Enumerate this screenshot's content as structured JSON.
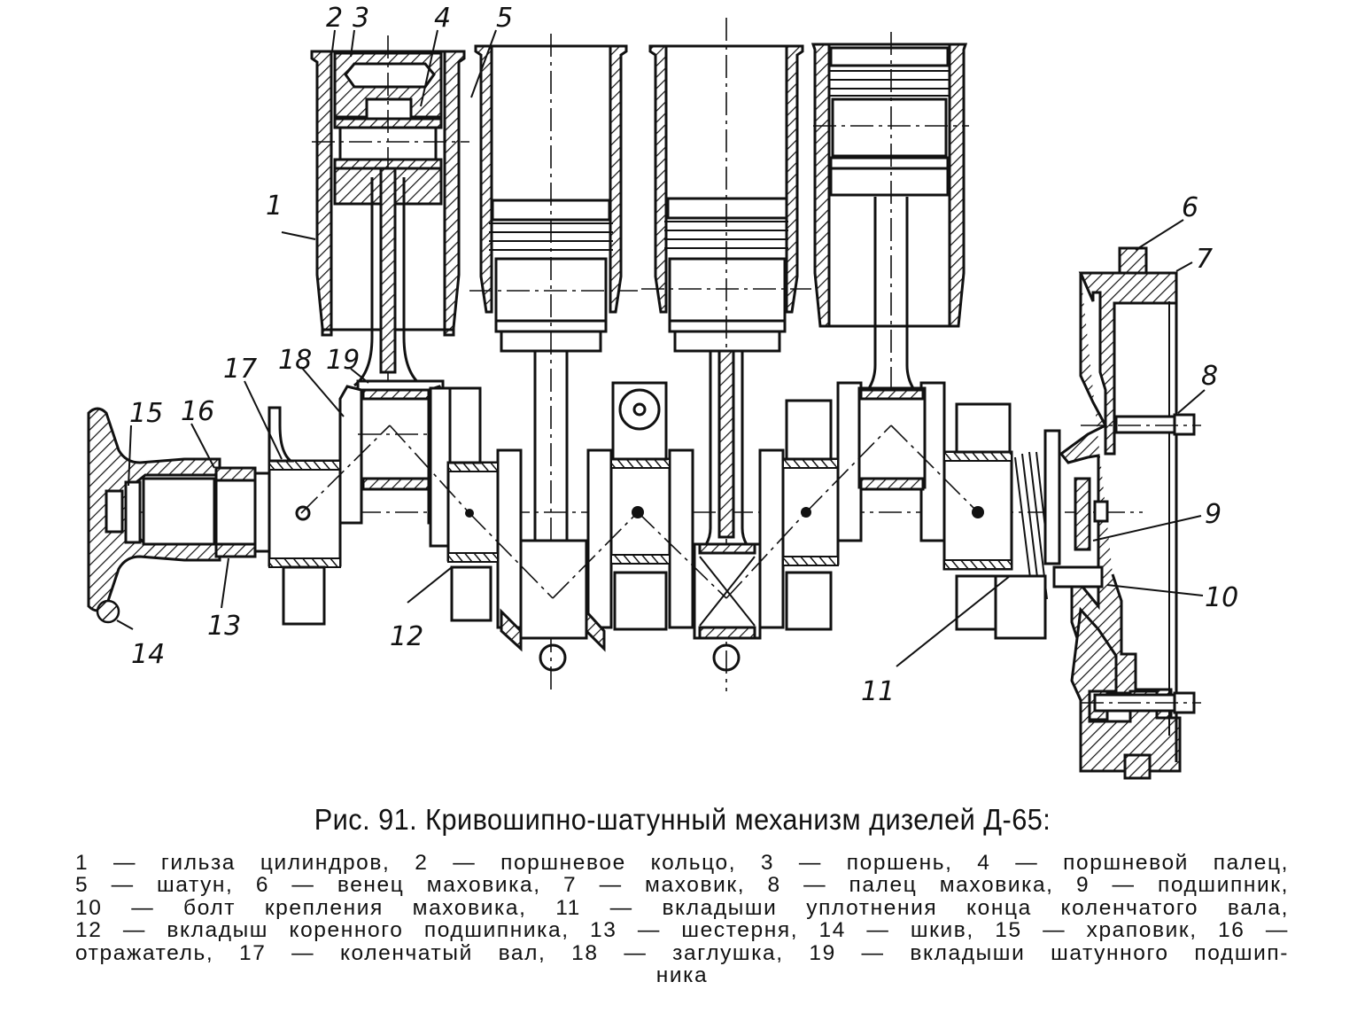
{
  "figure": {
    "caption": "Рис. 91. Кривошипно-шатунный механизм дизелей Д-65:",
    "callouts": [
      "1",
      "2",
      "3",
      "4",
      "5",
      "6",
      "7",
      "8",
      "9",
      "10",
      "11",
      "12",
      "13",
      "14",
      "15",
      "16",
      "17",
      "18",
      "19"
    ],
    "legend": [
      {
        "num": "1",
        "text": "гильза цилиндров,"
      },
      {
        "num": "2",
        "text": "поршневое кольцо,"
      },
      {
        "num": "3",
        "text": "поршень,"
      },
      {
        "num": "4",
        "text": "поршневой палец,"
      },
      {
        "num": "5",
        "text": "шатун,"
      },
      {
        "num": "6",
        "text": "венец маховика,"
      },
      {
        "num": "7",
        "text": "маховик,"
      },
      {
        "num": "8",
        "text": "палец маховика,"
      },
      {
        "num": "9",
        "text": "подшипник,"
      },
      {
        "num": "10",
        "text": "болт крепления маховика,"
      },
      {
        "num": "11",
        "text": "вкладыши уплотнения конца коленчатого вала,"
      },
      {
        "num": "12",
        "text": "вкладыш коренного подшипника,"
      },
      {
        "num": "13",
        "text": "шестерня,"
      },
      {
        "num": "14",
        "text": "шкив,"
      },
      {
        "num": "15",
        "text": "храповик,"
      },
      {
        "num": "16",
        "text": "отражатель,"
      },
      {
        "num": "17",
        "text": "коленчатый вал,"
      },
      {
        "num": "18",
        "text": "заглушка,"
      },
      {
        "num": "19",
        "text": "вкладыши шатунного подшипника"
      }
    ],
    "legend_lines": [
      "1 — гильза цилиндров, 2 — поршневое кольцо, 3 — поршень, 4 — поршневой палец,",
      "5 — шатун, 6 — венец маховика, 7 — маховик, 8 — палец маховика, 9 — подшипник,",
      "10 — болт крепления маховика, 11 — вкладыши уплотнения конца коленчатого вала,",
      "12 — вкладыш коренного подшипника, 13 — шестерня, 14 — шкив, 15 — храповик, 16 —",
      "отражатель, 17 — коленчатый вал, 18 — заглушка, 19 — вкладыши шатунного подшип-",
      "ника"
    ],
    "line_color": "#111111",
    "background": "#ffffff"
  }
}
